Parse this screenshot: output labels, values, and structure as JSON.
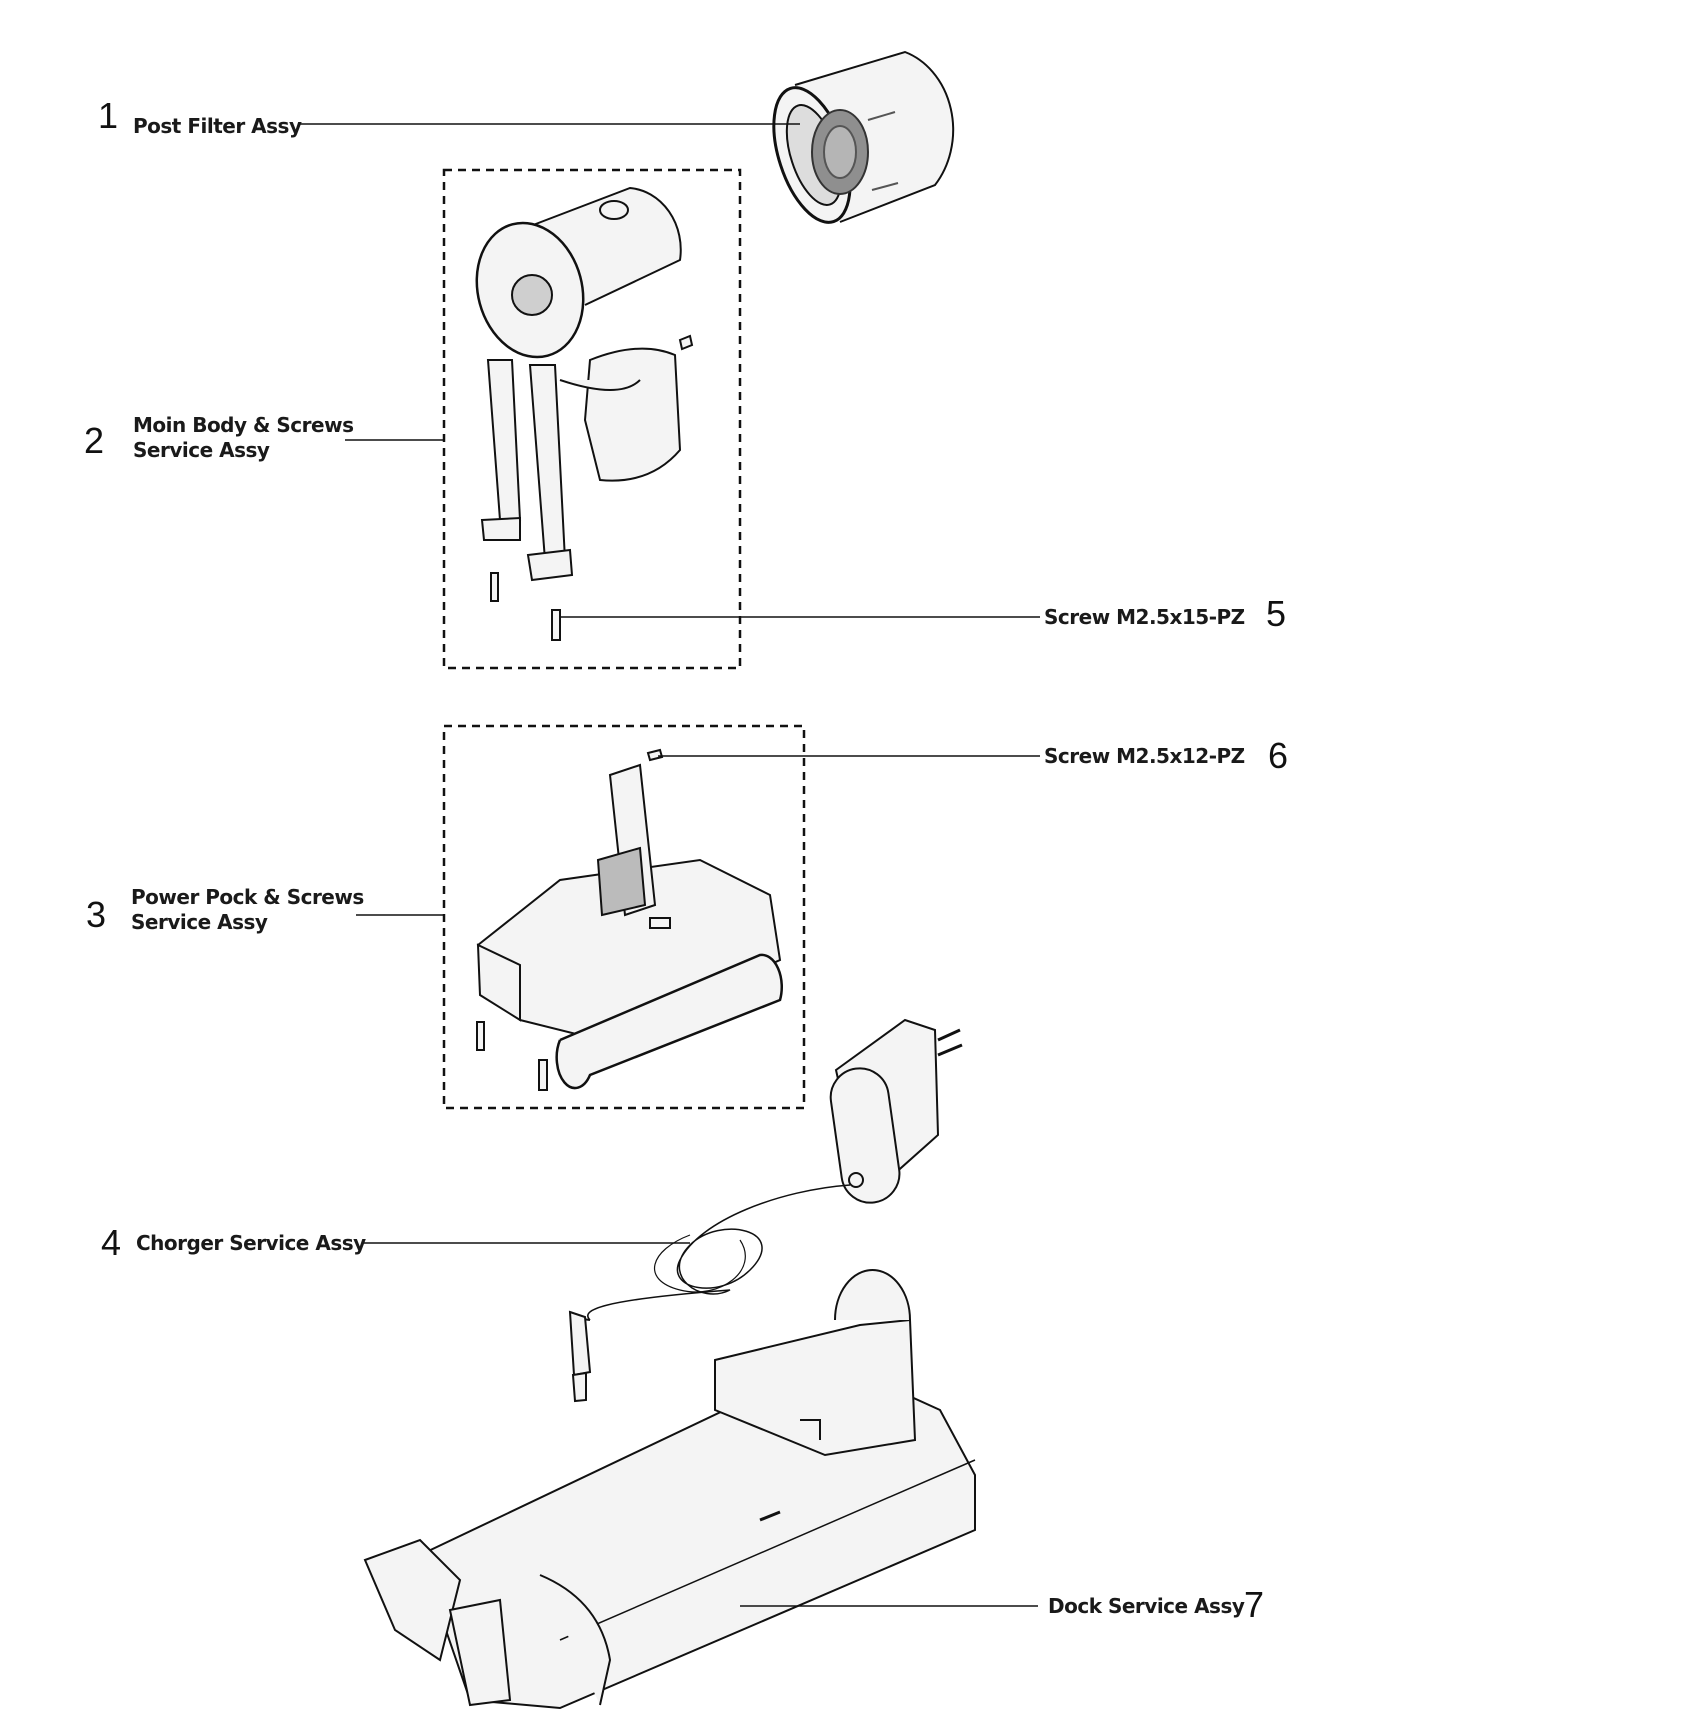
{
  "callouts": [
    {
      "number": "1",
      "label": "Post Filter Assy"
    },
    {
      "number": "2",
      "label_line1": "Moin Body & Screws",
      "label_line2": "Service Assy"
    },
    {
      "number": "3",
      "label_line1": "Power Pock & Screws",
      "label_line2": "Service Assy"
    },
    {
      "number": "4",
      "label": "Chorger Service Assy"
    },
    {
      "number": "5",
      "label": "Screw M2.5x15-PZ"
    },
    {
      "number": "6",
      "label": "Screw M2.5x12-PZ"
    },
    {
      "number": "7",
      "label": "Dock Service Assy"
    }
  ],
  "icons": [
    "post-filter-icon",
    "main-body-icon",
    "power-pack-icon",
    "charger-icon",
    "dock-icon",
    "screw-icon"
  ],
  "colors": {
    "line": "#111111",
    "part_fill": "#f4f4f4",
    "shade": "#9a9a9a"
  }
}
